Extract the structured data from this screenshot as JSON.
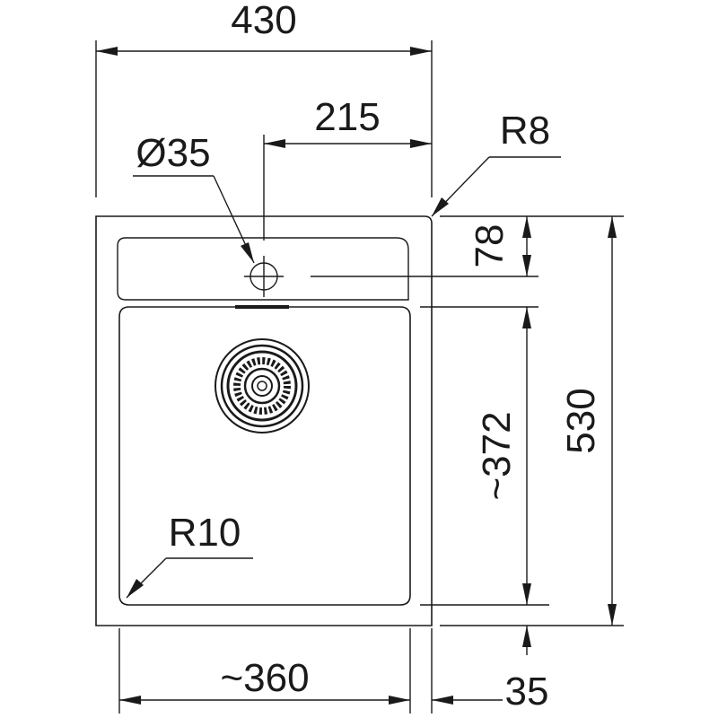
{
  "drawing": {
    "labels": {
      "overall_width": "430",
      "tap_hole_offset": "215",
      "tap_hole_diameter": "Ø35",
      "corner_radius_outer": "R8",
      "rim_depth": "78",
      "overall_depth": "530",
      "bowl_depth": "~372",
      "bowl_width": "~360",
      "bottom_rim": "35",
      "bowl_corner_radius": "R10"
    },
    "colors": {
      "line": "#1a1a1a",
      "background": "#ffffff"
    }
  }
}
